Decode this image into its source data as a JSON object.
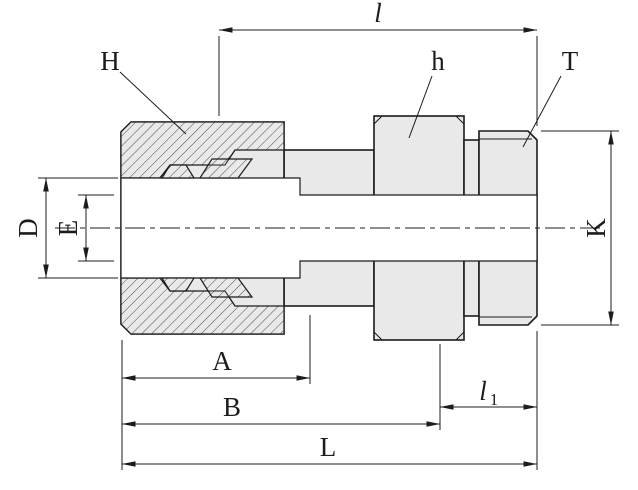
{
  "diagram": {
    "labels": {
      "l": "l",
      "H": "H",
      "h": "h",
      "T": "T",
      "K": "K",
      "D": "D",
      "E": "E",
      "A": "A",
      "B": "B",
      "L": "L",
      "l1_base": "l",
      "l1_subscript": "1"
    },
    "colors": {
      "background": "#ffffff",
      "line": "#1c1c1c",
      "metal_fill": "#e9e9e9",
      "hatch_line": "#4a4a4a"
    }
  }
}
